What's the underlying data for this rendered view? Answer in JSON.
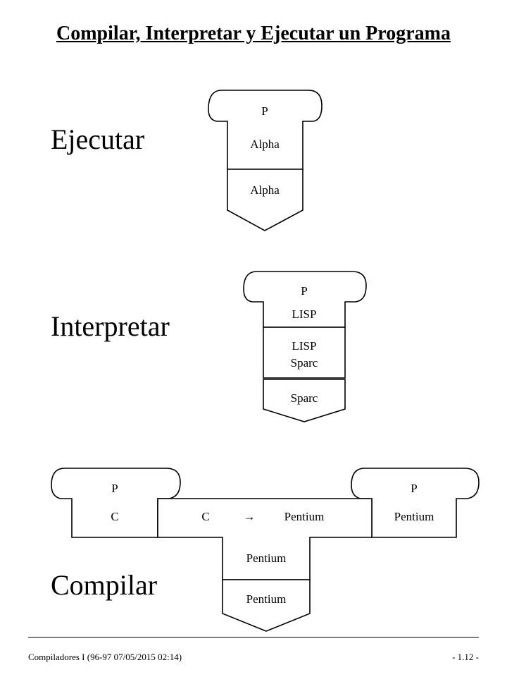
{
  "title": "Compilar, Interpretar y Ejecutar un Programa",
  "sections": {
    "ejecutar": {
      "label": "Ejecutar",
      "program_name": "P",
      "program_language": "Alpha",
      "machine": "Alpha"
    },
    "interpretar": {
      "label": "Interpretar",
      "program_name": "P",
      "program_language": "LISP",
      "interpreter_source": "LISP",
      "interpreter_host": "Sparc",
      "machine": "Sparc"
    },
    "compilar": {
      "label": "Compilar",
      "source_program_name": "P",
      "source_program_language": "C",
      "compiler_source": "C",
      "compiler_arrow": "→",
      "compiler_target": "Pentium",
      "compiler_implementation": "Pentium",
      "machine": "Pentium",
      "target_program_name": "P",
      "target_program_language": "Pentium"
    }
  },
  "footer": {
    "left": "Compiladores I (96-97  07/05/2015  02:14)",
    "right": "- 1.12 -"
  }
}
